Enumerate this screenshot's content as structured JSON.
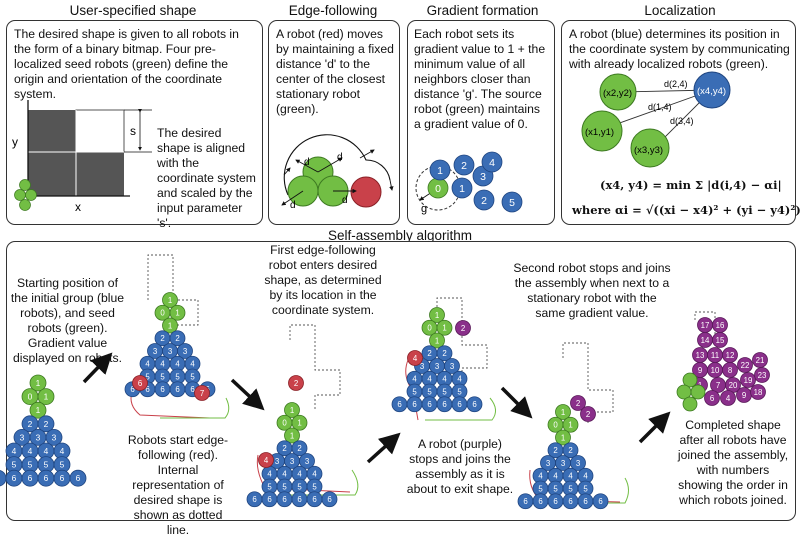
{
  "titles": {
    "user_shape": "User-specified shape",
    "edge": "Edge-following",
    "gradient": "Gradient formation",
    "localization": "Localization",
    "self_assembly": "Self-assembly algorithm"
  },
  "user_shape": {
    "desc": "The desired shape is given to all robots in the form of a binary bitmap.  Four pre-localized seed robots (green) define the origin and orientation of the coordinate system.",
    "side": "The desired shape is aligned with the coordinate system and scaled by the input parameter 's'.",
    "s": "s",
    "x": "x",
    "y": "y"
  },
  "edge": {
    "desc": "A robot (red) moves by  maintaining a fixed distance 'd' to the center of the closest stationary robot (green).",
    "d": "d"
  },
  "gradient": {
    "desc": "Each robot sets its gradient value to 1 + the minimum value of all neighbors closer than distance 'g'. The source robot (green) maintains a gradient value of  0.",
    "g": "g",
    "values": [
      "0",
      "1",
      "1",
      "2",
      "3",
      "4",
      "2",
      "5"
    ]
  },
  "localization": {
    "desc": "A robot (blue) determines its position in the coordinate system by communicating with already localized robots (green).",
    "n1": "(x1,y1)",
    "n2": "(x2,y2)",
    "n3": "(x3,y3)",
    "n4": "(x4,y4)",
    "d24": "d(2,4)",
    "d14": "d(1,4)",
    "d34": "d(3,4)",
    "eq1": "(x4, y4) = min Σ |d(i,4) − αi|",
    "eq2": "where αi = √((xi − x4)² + (yi − y4)²)"
  },
  "assembly": {
    "t1": "Starting position of the initial group (blue robots), and seed robots (green). Gradient value displayed on robots.",
    "t2": "Robots start edge-following (red). Internal representation of desired shape is shown as dotted line.",
    "t3": "First edge-following robot enters desired shape, as determined by its location in the coordinate system.",
    "t4": "A robot (purple) stops and joins the assembly as it is about to exit shape.",
    "t5": "Second robot stops and joins the assembly when next to a stationary robot with the same gradient value.",
    "t6": "Completed shape after all robots have joined the assembly, with numbers showing the order in which robots joined."
  },
  "colors": {
    "blue": "#3a6db5",
    "green": "#72be44",
    "red": "#c9414a",
    "purple": "#8a2f8a",
    "dark_cell": "#555555"
  }
}
